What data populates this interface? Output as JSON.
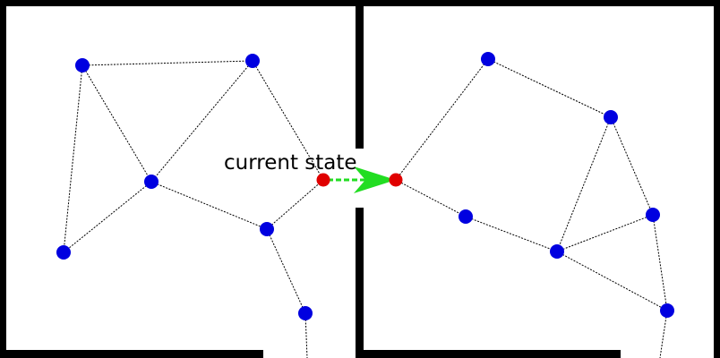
{
  "annotation": {
    "text": "current state"
  },
  "colors": {
    "wall": "#000000",
    "node": "#0000e0",
    "current_node": "#e00000",
    "edge": "#000000",
    "transition_arrow": "#22dd22"
  },
  "graph": {
    "node_names": [
      "left-room",
      "right-room"
    ],
    "current_node": "current-state-node",
    "transition_target": "next-state-node"
  }
}
